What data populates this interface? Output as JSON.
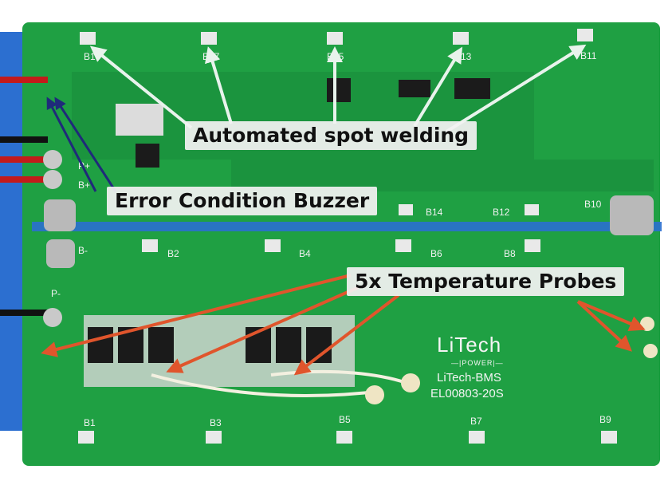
{
  "callouts": {
    "welding": "Automated spot welding",
    "buzzer": "Error Condition Buzzer",
    "probes": "5x Temperature Probes"
  },
  "board": {
    "logo": "LiTech",
    "power": "—|POWER|—",
    "model": "LiTech-BMS",
    "serial": "EL00803-20S"
  },
  "pad_labels": {
    "top": [
      "B16",
      "B17",
      "B15",
      "B13",
      "B11"
    ],
    "middle_upper": [
      "B14",
      "B12",
      "B10"
    ],
    "middle_lower": [
      "B2",
      "B4",
      "B6",
      "B8"
    ],
    "bottom": [
      "B1",
      "B3",
      "B5",
      "B7",
      "B9"
    ],
    "side": [
      "B+",
      "B-",
      "P+",
      "P-"
    ]
  },
  "colors": {
    "pcb": "#1fa043",
    "pcb_dark": "#17863a",
    "arrow_white": "#e8f3ec",
    "arrow_red": "#e0552c",
    "callout_bg": "#f2f2f2"
  }
}
